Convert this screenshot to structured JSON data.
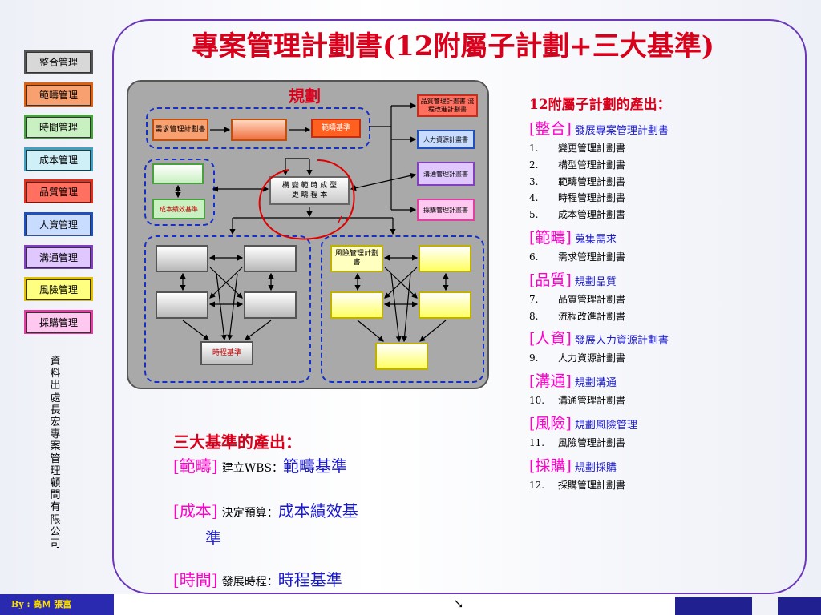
{
  "title": "專案管理計劃書(12附屬子計劃+三大基準)",
  "sidebar": {
    "items": [
      {
        "label": "整合管理",
        "border": "#555555",
        "fill": "#d8d8d8"
      },
      {
        "label": "範疇管理",
        "border": "#e06010",
        "fill": "#f8a070"
      },
      {
        "label": "時間管理",
        "border": "#48a040",
        "fill": "#c8f0c0"
      },
      {
        "label": "成本管理",
        "border": "#40a0c0",
        "fill": "#d0f0f8"
      },
      {
        "label": "品質管理",
        "border": "#e03020",
        "fill": "#ff7060"
      },
      {
        "label": "人資管理",
        "border": "#2050c0",
        "fill": "#c8dcff"
      },
      {
        "label": "溝通管理",
        "border": "#8040c0",
        "fill": "#e0c8ff"
      },
      {
        "label": "風險管理",
        "border": "#e0c000",
        "fill": "#ffff80"
      },
      {
        "label": "採購管理",
        "border": "#e040a0",
        "fill": "#ffc8f0"
      }
    ],
    "credit": "資料出處 長宏專案管理顧問有限公司"
  },
  "footer": {
    "author": "By : 高Ｍ 張富"
  },
  "diagram": {
    "label": "規劃",
    "boxes": {
      "requirements_plan": "需求管理計劃書",
      "scope_baseline": "範疇基準",
      "cost_baseline": "成本績效基準",
      "center": "構 變 範 時 成 型 更 疇 程 本",
      "quality_process": "品質管理計畫書 流程改進計劃書",
      "hr_plan": "人力資源計畫書",
      "comm_plan": "溝通管理計畫書",
      "proc_plan": "採購管理計畫書",
      "schedule_baseline": "時程基準",
      "risk_plan": "風險管理計劃書"
    }
  },
  "outputs12": {
    "heading": "12附屬子計劃的產出：",
    "groups": [
      {
        "cat": "[整合]",
        "desc": "發展專案管理計劃書",
        "items": [
          [
            "1.",
            "變更管理計劃書"
          ],
          [
            "2.",
            "構型管理計劃書"
          ],
          [
            "3.",
            "範疇管理計劃書"
          ],
          [
            "4.",
            "時程管理計劃書"
          ],
          [
            "5.",
            "成本管理計劃書"
          ]
        ]
      },
      {
        "cat": "[範疇]",
        "desc": "蒐集需求",
        "items": [
          [
            "6.",
            "需求管理計劃書"
          ]
        ]
      },
      {
        "cat": "[品質]",
        "desc": "規劃品質",
        "items": [
          [
            "7.",
            "品質管理計劃書"
          ],
          [
            "8.",
            "流程改進計劃書"
          ]
        ]
      },
      {
        "cat": "[人資]",
        "desc": "發展人力資源計劃書",
        "items": [
          [
            "9.",
            "人力資源計劃書"
          ]
        ]
      },
      {
        "cat": "[溝通]",
        "desc": "規劃溝通",
        "items": [
          [
            "10.",
            "溝通管理計劃書"
          ]
        ]
      },
      {
        "cat": "[風險]",
        "desc": "規劃風險管理",
        "items": [
          [
            "11.",
            "風險管理計劃書"
          ]
        ]
      },
      {
        "cat": "[採購]",
        "desc": "規劃採購",
        "items": [
          [
            "12.",
            "採購管理計劃書"
          ]
        ]
      }
    ]
  },
  "baselines": {
    "heading": "三大基準的產出：",
    "scope": {
      "cat": "[範疇]",
      "desc": "建立WBS：",
      "value": "範疇基準"
    },
    "cost": {
      "cat": "[成本]",
      "desc": "決定預算：",
      "value": "成本績效基",
      "value2": "準"
    },
    "time": {
      "cat": "[時間]",
      "desc": "發展時程：",
      "value": "時程基準"
    }
  }
}
